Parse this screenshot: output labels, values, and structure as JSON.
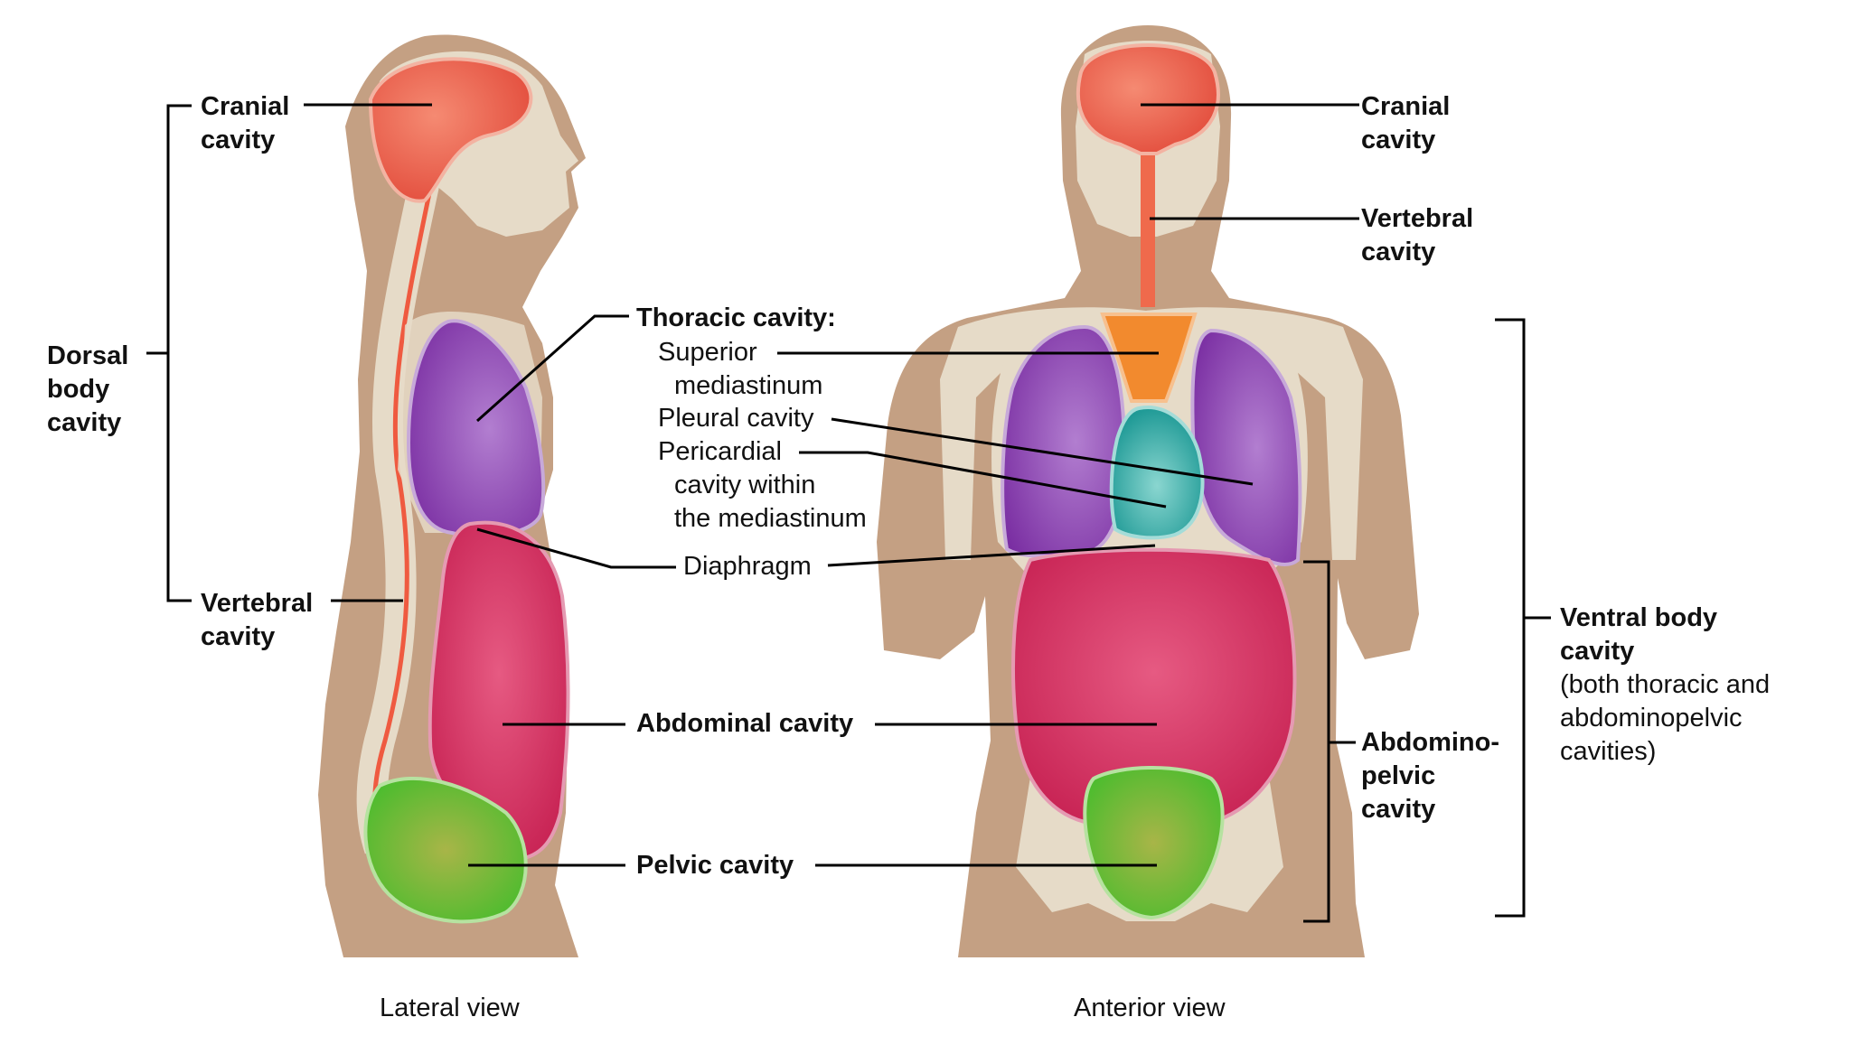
{
  "views": {
    "lateral": "Lateral view",
    "anterior": "Anterior view"
  },
  "labels": {
    "cranial_left": [
      "Cranial",
      "cavity"
    ],
    "dorsal": [
      "Dorsal",
      "body",
      "cavity"
    ],
    "vertebral_left": [
      "Vertebral",
      "cavity"
    ],
    "thoracic_title": "Thoracic cavity:",
    "superior": [
      "Superior",
      "mediastinum"
    ],
    "pleural": "Pleural cavity",
    "pericardial": [
      "Pericardial",
      "cavity within",
      "the mediastinum"
    ],
    "diaphragm": "Diaphragm",
    "abdominal": "Abdominal cavity",
    "pelvic": "Pelvic cavity",
    "cranial_right": [
      "Cranial",
      "cavity"
    ],
    "vertebral_right": [
      "Vertebral",
      "cavity"
    ],
    "ventral_title": [
      "Ventral body",
      "cavity"
    ],
    "ventral_note": [
      "(both thoracic and",
      "abdominopelvic",
      "cavities)"
    ],
    "abdominopelvic": [
      "Abdomino-",
      "pelvic",
      "cavity"
    ]
  },
  "colors": {
    "skin": "#c4a083",
    "bone": "#e6dbc8",
    "cranial": "#ec5a46",
    "thoracic_lung": "#8a3fb0",
    "mediastinum_superior": "#f28a2e",
    "pericardial": "#2aa6a2",
    "abdominal": "#d42a5c",
    "pelvic": "#5cc43a",
    "vertebral": "#f06a4a"
  }
}
